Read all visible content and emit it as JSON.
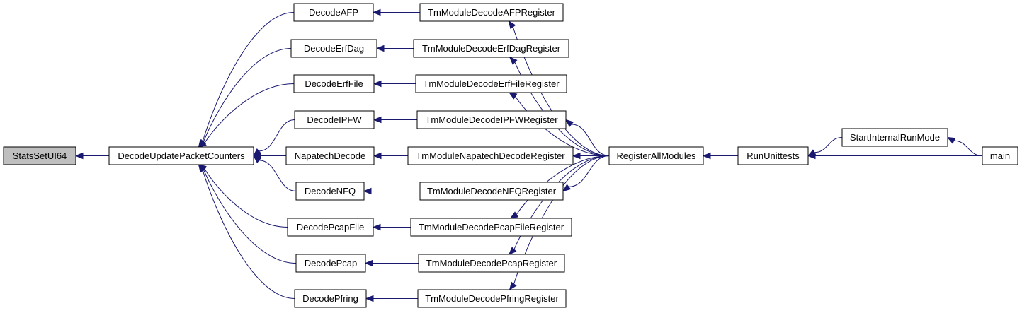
{
  "graph": {
    "nodes": [
      {
        "id": "n0",
        "label": "StatsSetUI64",
        "root": true
      },
      {
        "id": "n1",
        "label": "DecodeUpdatePacketCounters"
      },
      {
        "id": "n2",
        "label": "DecodeAFP"
      },
      {
        "id": "n3",
        "label": "DecodeErfDag"
      },
      {
        "id": "n4",
        "label": "DecodeErfFile"
      },
      {
        "id": "n5",
        "label": "DecodeIPFW"
      },
      {
        "id": "n6",
        "label": "NapatechDecode"
      },
      {
        "id": "n7",
        "label": "DecodeNFQ"
      },
      {
        "id": "n8",
        "label": "DecodePcapFile"
      },
      {
        "id": "n9",
        "label": "DecodePcap"
      },
      {
        "id": "n10",
        "label": "DecodePfring"
      },
      {
        "id": "n11",
        "label": "TmModuleDecodeAFPRegister"
      },
      {
        "id": "n12",
        "label": "TmModuleDecodeErfDagRegister"
      },
      {
        "id": "n13",
        "label": "TmModuleDecodeErfFileRegister"
      },
      {
        "id": "n14",
        "label": "TmModuleDecodeIPFWRegister"
      },
      {
        "id": "n15",
        "label": "TmModuleNapatechDecodeRegister"
      },
      {
        "id": "n16",
        "label": "TmModuleDecodeNFQRegister"
      },
      {
        "id": "n17",
        "label": "TmModuleDecodePcapFileRegister"
      },
      {
        "id": "n18",
        "label": "TmModuleDecodePcapRegister"
      },
      {
        "id": "n19",
        "label": "TmModuleDecodePfringRegister"
      },
      {
        "id": "n20",
        "label": "RegisterAllModules"
      },
      {
        "id": "n21",
        "label": "RunUnittests"
      },
      {
        "id": "n22",
        "label": "StartInternalRunMode"
      },
      {
        "id": "n23",
        "label": "main"
      }
    ],
    "edges": [
      {
        "from": "n1",
        "to": "n0"
      },
      {
        "from": "n2",
        "to": "n1"
      },
      {
        "from": "n3",
        "to": "n1"
      },
      {
        "from": "n4",
        "to": "n1"
      },
      {
        "from": "n5",
        "to": "n1"
      },
      {
        "from": "n6",
        "to": "n1"
      },
      {
        "from": "n7",
        "to": "n1"
      },
      {
        "from": "n8",
        "to": "n1"
      },
      {
        "from": "n9",
        "to": "n1"
      },
      {
        "from": "n10",
        "to": "n1"
      },
      {
        "from": "n11",
        "to": "n2"
      },
      {
        "from": "n12",
        "to": "n3"
      },
      {
        "from": "n13",
        "to": "n4"
      },
      {
        "from": "n14",
        "to": "n5"
      },
      {
        "from": "n15",
        "to": "n6"
      },
      {
        "from": "n16",
        "to": "n7"
      },
      {
        "from": "n17",
        "to": "n8"
      },
      {
        "from": "n18",
        "to": "n9"
      },
      {
        "from": "n19",
        "to": "n10"
      },
      {
        "from": "n20",
        "to": "n11"
      },
      {
        "from": "n20",
        "to": "n12"
      },
      {
        "from": "n20",
        "to": "n13"
      },
      {
        "from": "n20",
        "to": "n14"
      },
      {
        "from": "n20",
        "to": "n15"
      },
      {
        "from": "n20",
        "to": "n16"
      },
      {
        "from": "n20",
        "to": "n17"
      },
      {
        "from": "n20",
        "to": "n18"
      },
      {
        "from": "n20",
        "to": "n19"
      },
      {
        "from": "n21",
        "to": "n20"
      },
      {
        "from": "n22",
        "to": "n21"
      },
      {
        "from": "n23",
        "to": "n21"
      },
      {
        "from": "n23",
        "to": "n22"
      }
    ]
  },
  "colors": {
    "edge": "#191970",
    "root_fill": "#bfbfbf",
    "node_fill": "#ffffff",
    "node_border": "#000000"
  }
}
